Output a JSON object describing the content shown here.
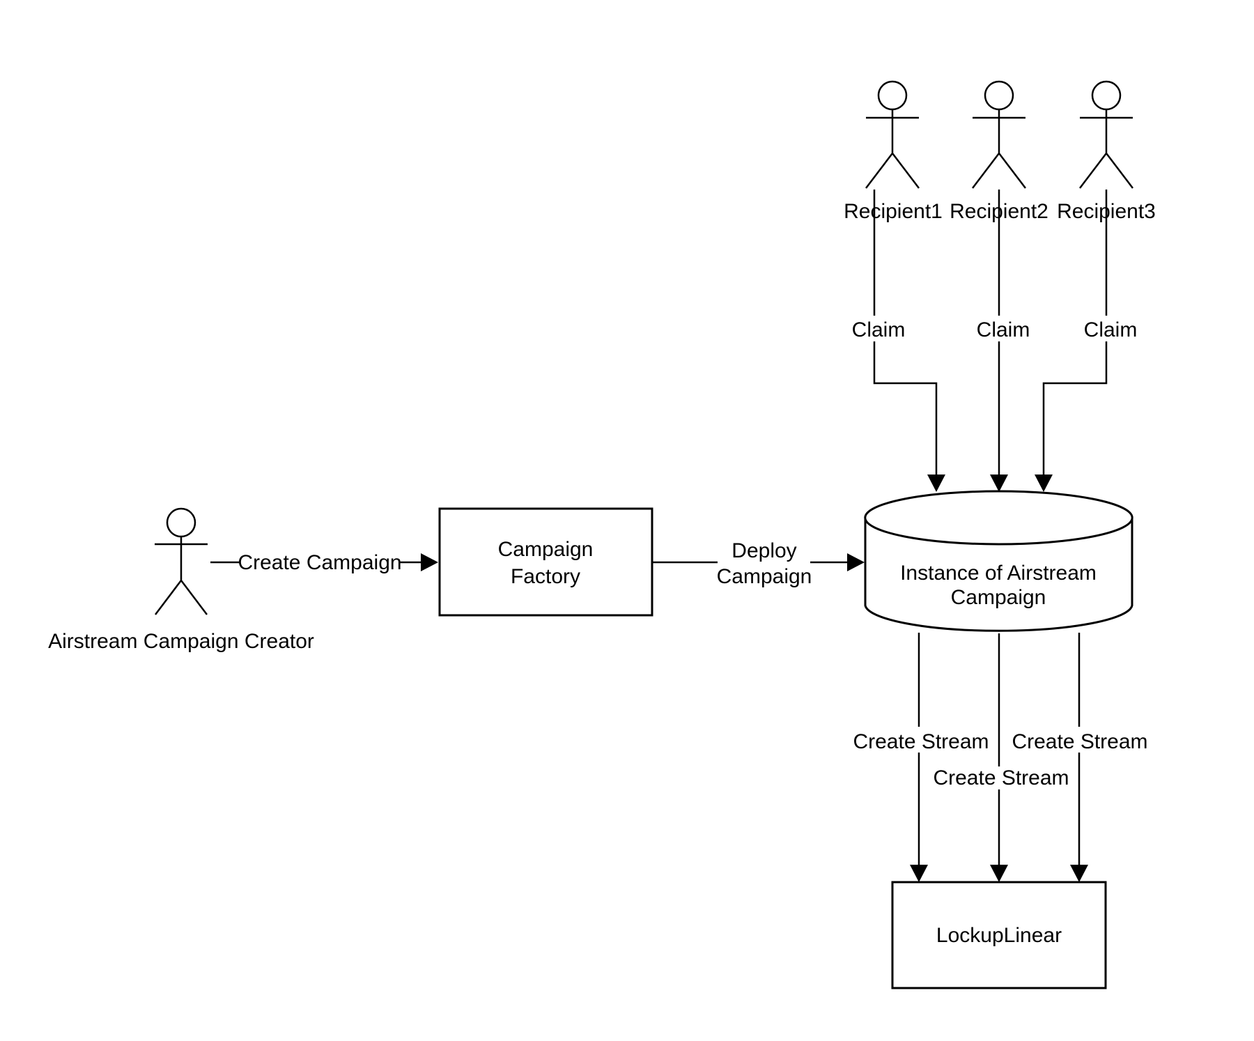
{
  "background": "#ffffff",
  "stroke_color": "#000000",
  "actors": {
    "creator": "Airstream Campaign Creator",
    "recipient1": "Recipient1",
    "recipient2": "Recipient2",
    "recipient3": "Recipient3"
  },
  "nodes": {
    "factory_line1": "Campaign",
    "factory_line2": "Factory",
    "campaign_line1": "Instance of Airstream",
    "campaign_line2": "Campaign",
    "lockup": "LockupLinear"
  },
  "edges": {
    "create_campaign": "Create Campaign",
    "deploy_line1": "Deploy",
    "deploy_line2": "Campaign",
    "claim1": "Claim",
    "claim2": "Claim",
    "claim3": "Claim",
    "create_stream1": "Create Stream",
    "create_stream2": "Create Stream",
    "create_stream3": "Create Stream"
  }
}
